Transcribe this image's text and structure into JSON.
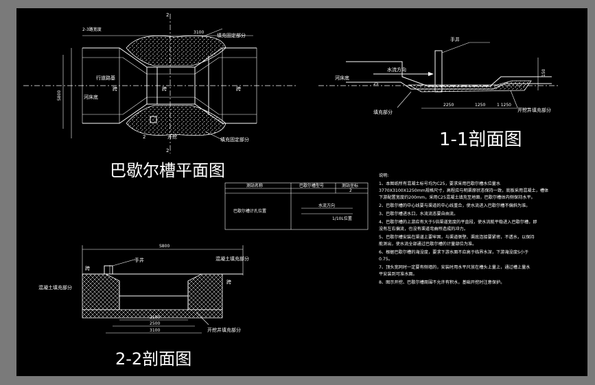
{
  "plan": {
    "title": "巴歇尔槽平面图",
    "section_mark_top": "2",
    "section_mark_bottom": "2",
    "dim_overall": "S800",
    "dim_top": "3100",
    "labels": {
      "road_width": "2-3路宽度",
      "traffic_road": "行道路基",
      "river_bed": "河床底",
      "fill_top": "填充固定部分",
      "fill_bottom": "填充固定部分",
      "left_mark": "跨",
      "mid_mark": "跨",
      "right_mark": "跨",
      "r1": "2",
      "r2": "开挖"
    }
  },
  "section11": {
    "title": "1-1剖面图",
    "hand_well": "手井",
    "flow_dir": "水流方向",
    "river_bed": "河床底",
    "fill_part": "填充部分",
    "dig_fill": "开挖井填充部分",
    "dim_right": "150",
    "dim_left": "25",
    "dims_bottom": [
      "2250",
      "1250",
      "1 1250"
    ]
  },
  "section22": {
    "title": "2-2剖面图",
    "dim_top": "S800",
    "hand_well": "手井",
    "concrete_fill_right": "混凝土填充部分",
    "concrete_fill_left": "混凝土填充部分",
    "dig_fill": "开挖井填充部分",
    "left_mark": "跨",
    "right_mark": "跨",
    "dims_bottom": [
      "2100",
      "2500",
      "3100"
    ]
  },
  "legend": {
    "headers": [
      "测站名称",
      "巴歇尔槽型号",
      "测站坐标"
    ],
    "row1": [
      "",
      "",
      "2"
    ],
    "row_label": "巴歇尔槽计孔位置",
    "flow_label": "水流方向",
    "note_label": "1/10L位置"
  },
  "notes": {
    "heading": "说明:",
    "lines": [
      "1、本图纸所有混凝土标号均为C25，要求采用巴歇尔槽水位量水",
      "3770X3100X1250mm规格尺寸，高程应与明渠原状态保持一致，底板采用混凝土，槽体",
      "下游配置宽度约200mm，采用C25混凝土填充至地面，巴歇尔槽体内侧保持水平。",
      "2、巴歇尔槽的中心线要与渠道的中心线重合，使水流进入巴歇尔槽不偏斜为准。",
      "3、巴歇尔槽进水口，水流流态要自由流。",
      "4、巴歇尔槽的上游应有大于5倍渠道宽度的平直段，使水流能平稳进入巴歇尔槽，即",
      "没有左右偏流，也没有渠道弯曲所造成的冲力。",
      "5、巴歇尔槽安装在渠道上要牢固，与渠道侧壁、渠底连接要紧密，不透水，以保持",
      "能测出，使水流全部通过巴歇尔槽的计量部位为准。",
      "6、根据巴歇尔槽的淹没度，要求下游水面不应高于临界水深，下游淹没度S小于",
      "0.75。",
      "7、顶头宽同时一定要有侧墙的，安装时用水平尺放在槽头上量上，通过槽上量水",
      "平安装到可准水面。",
      "8、图示开挖、巴歇尔槽周围不允许有积水，基础开挖时注意保护。"
    ]
  }
}
